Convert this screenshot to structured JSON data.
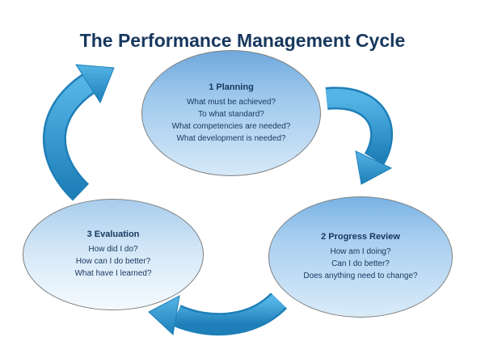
{
  "title": "The Performance Management Cycle",
  "colors": {
    "title_text": "#17375E",
    "node_text": "#17375E",
    "arrow": "#2E9CD8",
    "arrow_dark_edge": "#1E7FB8",
    "ellipse_top": "#6FA8DC",
    "ellipse_bottom": "#D6E9F8"
  },
  "nodes": {
    "planning": {
      "heading": "1  Planning",
      "lines": [
        "What must be achieved?",
        "To what standard?",
        "What competencies are needed?",
        "What development is needed?"
      ]
    },
    "progress_review": {
      "heading": "2  Progress Review",
      "lines": [
        "How am I doing?",
        "Can I do better?",
        "Does anything need to change?"
      ]
    },
    "evaluation": {
      "heading": "3  Evaluation",
      "lines": [
        "How did I do?",
        "How can I do better?",
        "What have I learned?"
      ]
    }
  }
}
